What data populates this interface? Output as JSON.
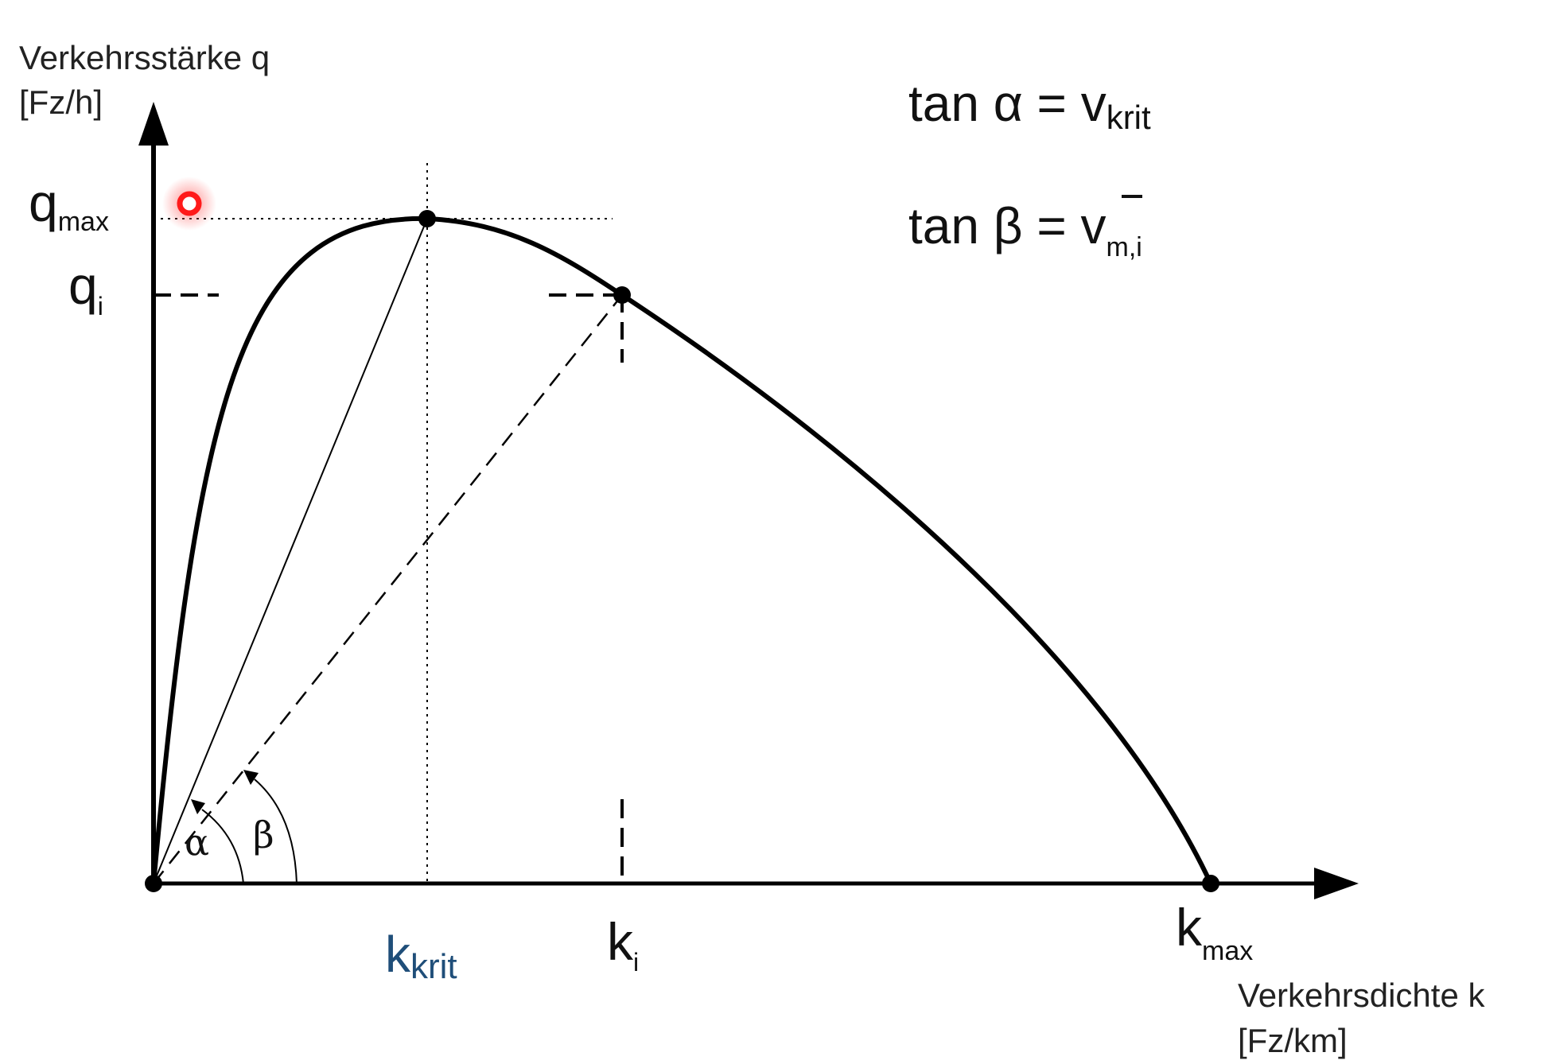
{
  "y_axis": {
    "label_line1": "Verkehrsstärke q",
    "label_line2": "[Fz/h]"
  },
  "x_axis": {
    "label_line1": "Verkehrsdichte k",
    "label_line2": "[Fz/km]"
  },
  "y_marks": {
    "qmax": {
      "base": "q",
      "sub": "max"
    },
    "qi": {
      "base": "q",
      "sub": "i"
    }
  },
  "x_marks": {
    "kkrit": {
      "base": "k",
      "sub": "krit",
      "color": "#1f4e79"
    },
    "ki": {
      "base": "k",
      "sub": "i"
    },
    "kmax": {
      "base": "k",
      "sub": "max"
    }
  },
  "formulas": {
    "alpha": {
      "lhs": "tan α = v",
      "sub": "krit"
    },
    "beta": {
      "lhs": "tan β = ",
      "v": "v",
      "sub": "m,i"
    }
  },
  "angles": {
    "alpha": "α",
    "beta": "β"
  },
  "colors": {
    "curve": "#000000",
    "cursor": "#ff1a1a",
    "kkrit": "#1f4e79"
  }
}
